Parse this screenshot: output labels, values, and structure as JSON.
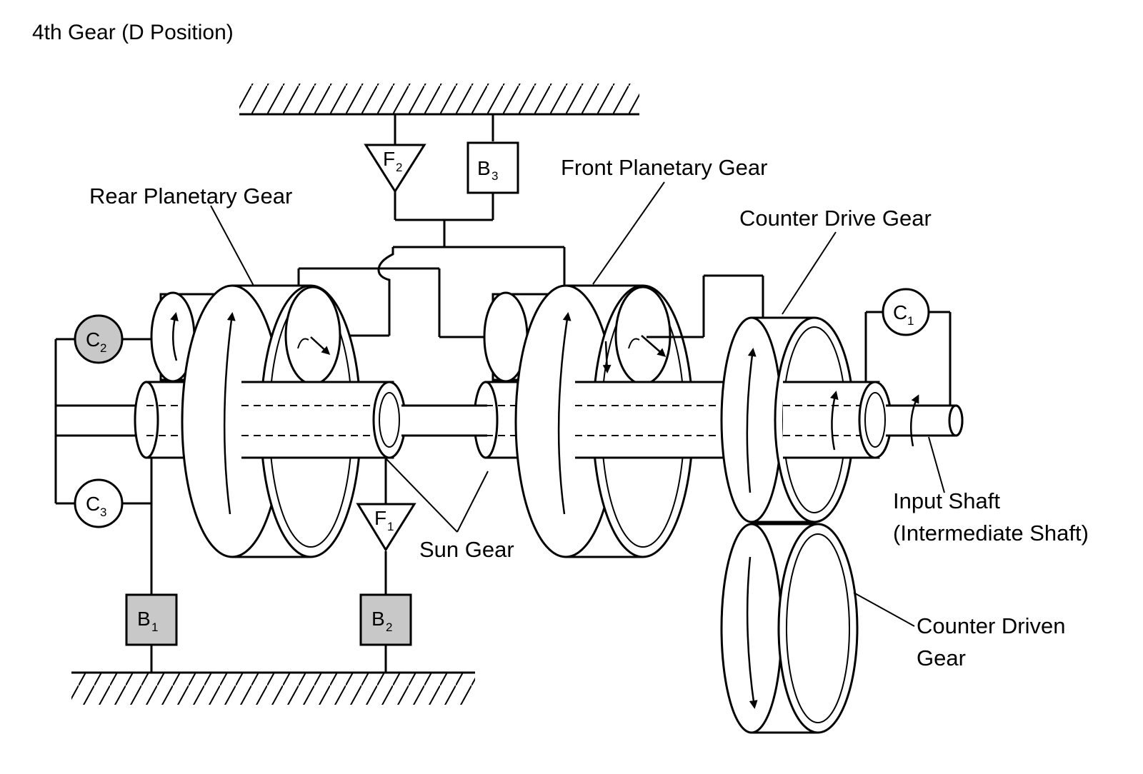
{
  "title": "4th Gear (D Position)",
  "labels": {
    "rear_planetary": "Rear Planetary Gear",
    "front_planetary": "Front Planetary Gear",
    "counter_drive": "Counter Drive Gear",
    "sun_gear": "Sun Gear",
    "input_shaft_line1": "Input Shaft",
    "input_shaft_line2": "(Intermediate Shaft)",
    "counter_driven_line1": "Counter Driven",
    "counter_driven_line2": "Gear"
  },
  "components": {
    "C1": {
      "letter": "C",
      "sub": "1",
      "engaged": false
    },
    "C2": {
      "letter": "C",
      "sub": "2",
      "engaged": true
    },
    "C3": {
      "letter": "C",
      "sub": "3",
      "engaged": false
    },
    "B1": {
      "letter": "B",
      "sub": "1",
      "engaged": true
    },
    "B2": {
      "letter": "B",
      "sub": "2",
      "engaged": true
    },
    "B3": {
      "letter": "B",
      "sub": "3",
      "engaged": false
    },
    "F1": {
      "letter": "F",
      "sub": "1"
    },
    "F2": {
      "letter": "F",
      "sub": "2"
    }
  },
  "colors": {
    "engaged_fill": "#c8c8c8",
    "line": "#000000",
    "background": "#ffffff"
  }
}
